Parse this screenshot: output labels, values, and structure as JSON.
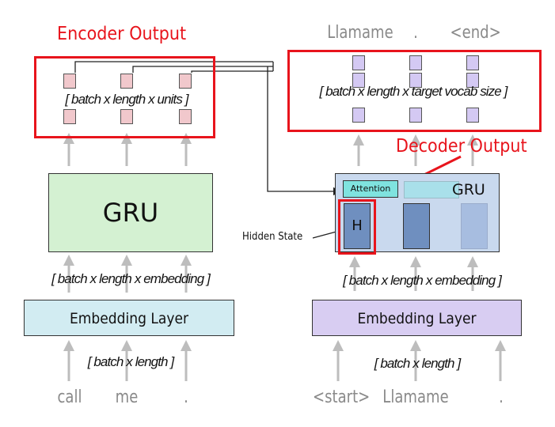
{
  "encoder": {
    "output_label": "Encoder Output",
    "output_dims": "[ batch x length x units ]",
    "gru_label": "GRU",
    "embed_dims": "[ batch x length x embedding ]",
    "embedding_label": "Embedding Layer",
    "input_dims": "[ batch x length ]",
    "input_tokens": [
      "call",
      "me",
      "."
    ]
  },
  "decoder": {
    "output_tokens": [
      "Llamame",
      ".",
      "<end>"
    ],
    "output_dims": "[ batch x length x target vocab size ]",
    "output_label": "Decoder Output",
    "gru_label": "GRU",
    "attention_label": "Attention",
    "hidden_label": "H",
    "hidden_state_label": "Hidden State",
    "embed_dims": "[ batch x length x embedding ]",
    "embedding_label": "Embedding Layer",
    "input_dims": "[ batch x length ]",
    "input_tokens": [
      "<start>",
      "Llamame",
      "."
    ]
  },
  "colors": {
    "highlight_red": "#e8141c",
    "encoder_gru": "#d4f1d2",
    "encoder_embedding": "#d2ecf2",
    "decoder_embedding": "#d8cdf2",
    "decoder_gru_bg": "#c9d9ee",
    "attention": "#7fe3df",
    "hidden_cell": "#6f8fbf"
  }
}
